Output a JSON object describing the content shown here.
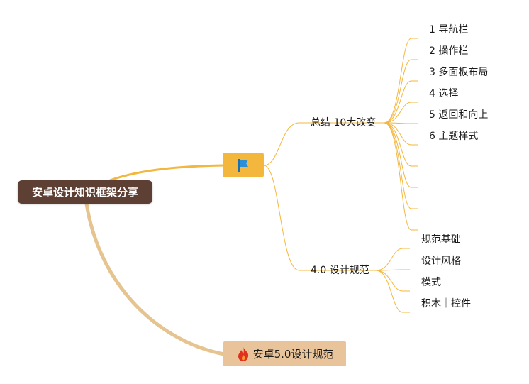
{
  "root": {
    "label": "安卓设计知识框架分享"
  },
  "flag_node": {
    "icon": "flag-icon",
    "icon_color": "#2a8fd9",
    "bg": "#f4b73d"
  },
  "branch_summary": {
    "label": "总结 10大改变",
    "items": [
      "1 导航栏",
      "2 操作栏",
      "3 多面板布局",
      "4 选择",
      "5 返回和向上",
      "6 主题样式",
      "",
      "",
      "",
      ""
    ]
  },
  "branch_spec": {
    "label": "4.0 设计规范",
    "items": [
      "规范基础",
      "设计风格",
      "模式",
      "积木｜控件"
    ]
  },
  "fire_node": {
    "icon": "fire-icon",
    "label": "安卓5.0设计规范",
    "bg": "#e9c49a"
  },
  "colors": {
    "root_bg": "#5d3f33",
    "branch_line": "#f4b73d",
    "fire_line": "#e6c490"
  }
}
